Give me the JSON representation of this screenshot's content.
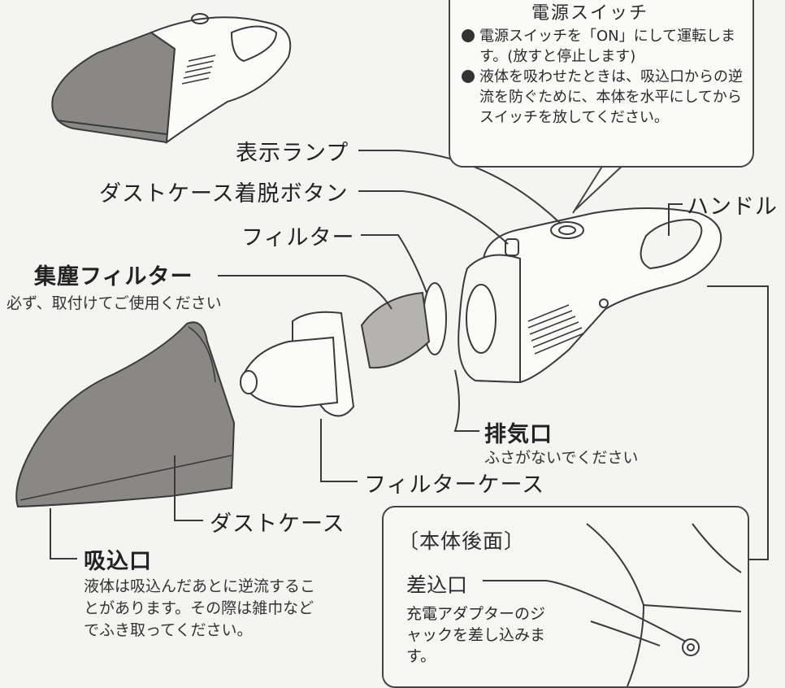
{
  "bubble": {
    "title": "電源スイッチ",
    "items": [
      "電源スイッチを「ON」にして運転します。(放すと停止します)",
      "液体を吸わせたときは、吸込口からの逆流を防ぐために、本体を水平にしてからスイッチを放してください。"
    ]
  },
  "labels": {
    "indicator_lamp": "表示ランプ",
    "dust_case_release_button": "ダストケース着脱ボタン",
    "filter": "フィルター",
    "handle": "ハンドル",
    "dust_filter": "集塵フィルター",
    "dust_filter_note": "必ず、取付けてご使用ください",
    "exhaust": "排気口",
    "exhaust_note": "ふさがないでください",
    "filter_case": "フィルターケース",
    "dust_case": "ダストケース",
    "suction_port": "吸込口",
    "suction_note": "液体は吸込んだあとに逆流することがあります。その際は雑巾などでふき取ってください。"
  },
  "rear": {
    "title": "〔本体後面〕",
    "inlet_label": "差込口",
    "inlet_note": "充電アダプターのジャックを差し込みます。"
  },
  "colors": {
    "line": "#3a3a3a",
    "dust_case_fill": "#8a8886",
    "body_fill": "#fbfbfa",
    "background": "#f4f4f2"
  }
}
